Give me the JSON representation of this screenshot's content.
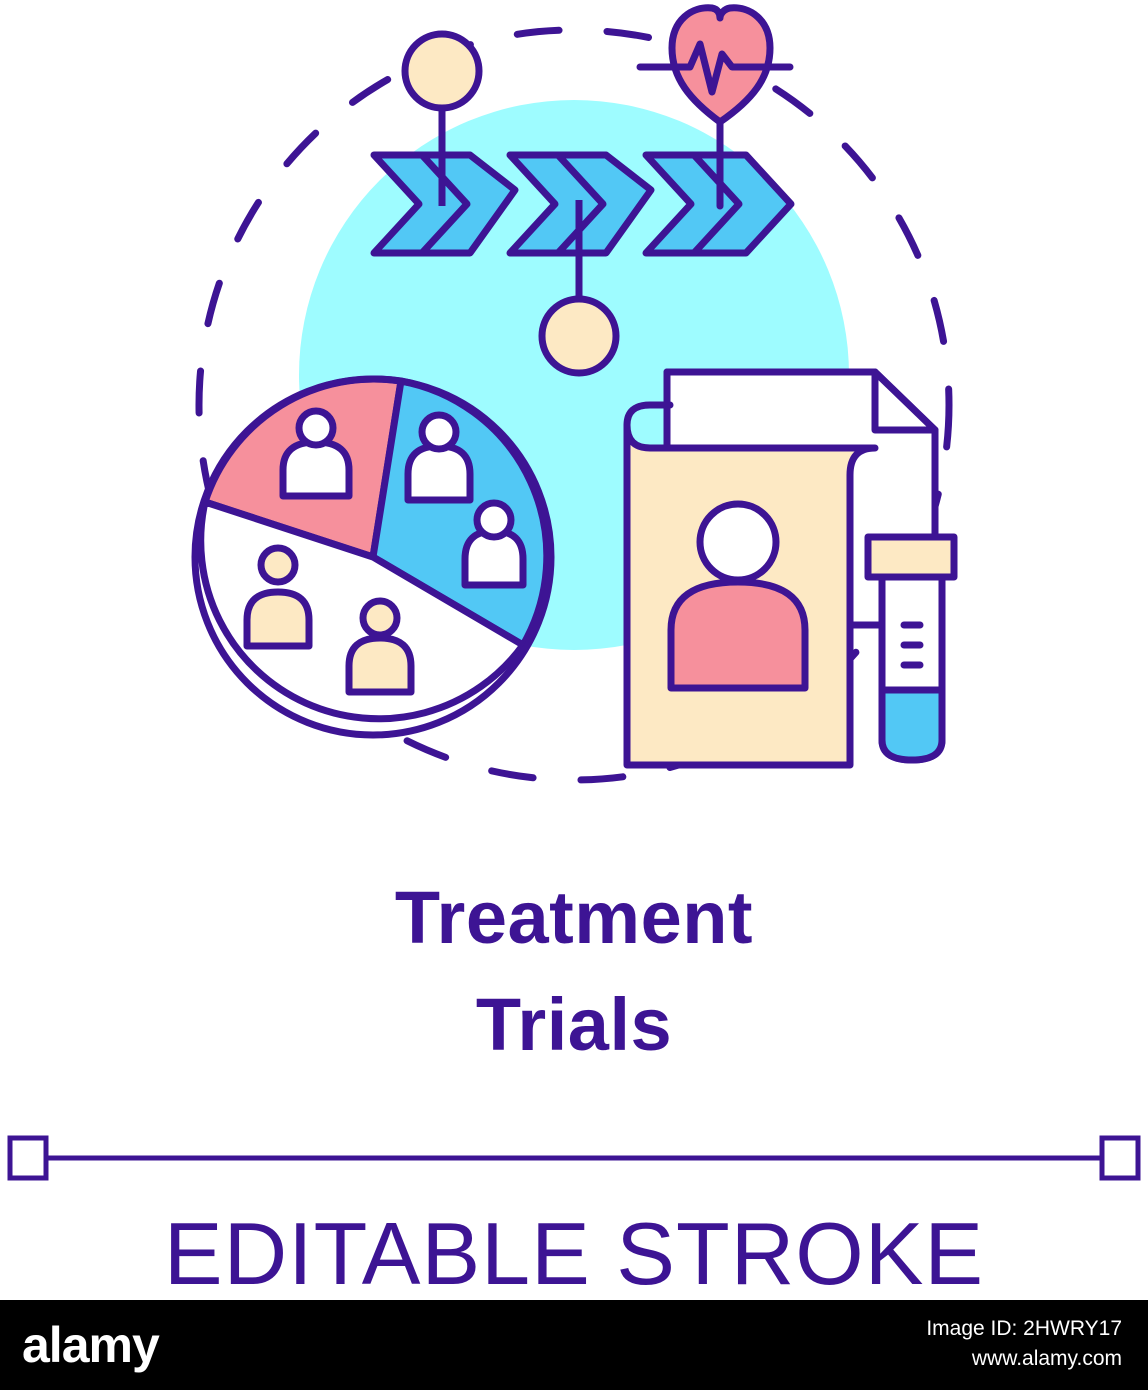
{
  "title": {
    "line1": "Treatment",
    "line2": "Trials"
  },
  "stroke_label": "EDITABLE STROKE",
  "footer": {
    "logo": "alamy",
    "image_id": "Image ID: 2HWRY17",
    "site": "www.alamy.com"
  },
  "colors": {
    "stroke": "#3d1494",
    "cyan_bg": "#9efcff",
    "arrow_blue": "#52c8f5",
    "pie_red": "#f6909c",
    "pie_blue": "#52c8f5",
    "cream": "#fde9c4",
    "white": "#ffffff",
    "footer_bg": "#000000"
  },
  "icons": [
    "flow-arrows-icon",
    "heartbeat-heart-icon",
    "pie-chart-icon",
    "people-icon",
    "patient-folder-icon",
    "test-tube-icon",
    "dashed-circle-decor"
  ]
}
